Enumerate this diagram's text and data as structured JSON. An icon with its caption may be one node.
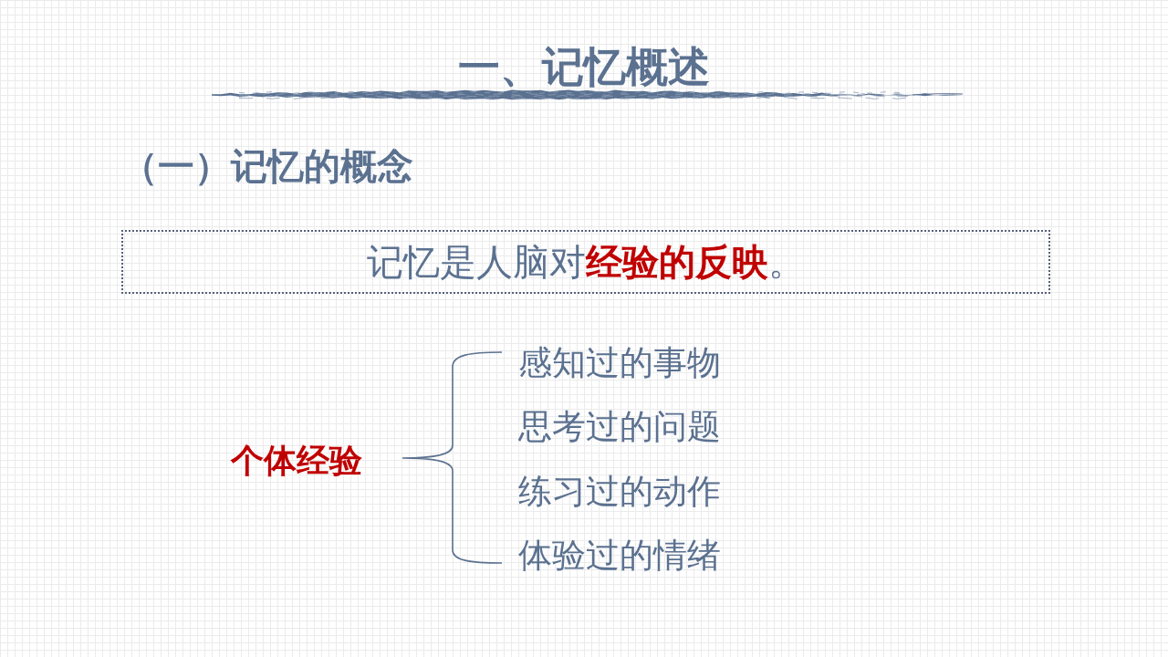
{
  "diagram": {
    "title": "一、记忆概述",
    "nodes": [
      {
        "text": [
          "记忆是人脑对**经验的反映**。"
        ]
      }
    ],
    "labels": [
      "（一）记忆的概念",
      "个体经验",
      "感知过的事物",
      "思考过的问题",
      "练习过的动作",
      "体验过的情绪"
    ]
  }
}
